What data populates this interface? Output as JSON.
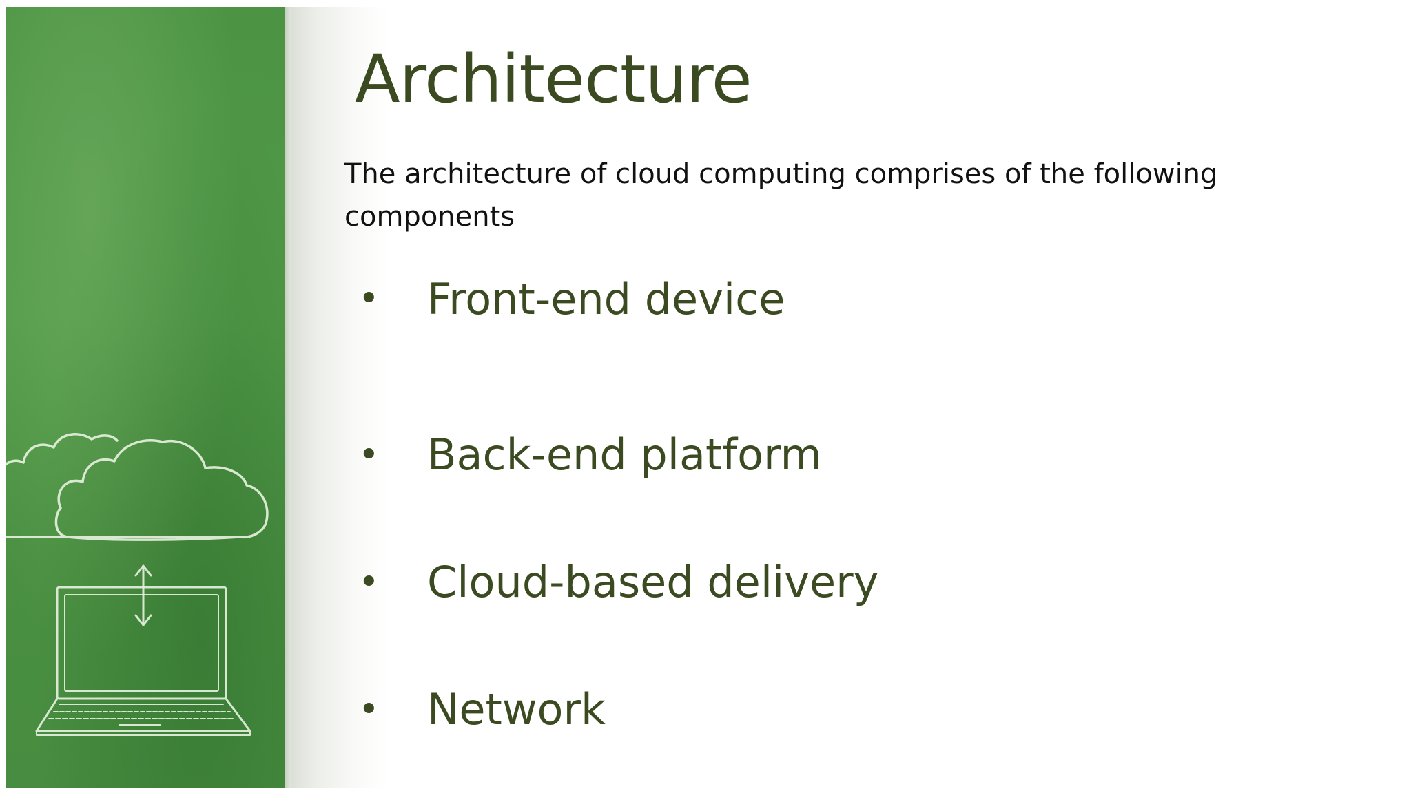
{
  "slide": {
    "title": "Architecture",
    "intro": "The architecture of cloud computing comprises of the following components",
    "bullet_glyph": "•",
    "bullets": [
      "Front-end device",
      "Back-end platform",
      "Cloud-based delivery",
      "Network"
    ]
  },
  "colors": {
    "title": "#3b4a21",
    "body_text": "#111111",
    "panel_green": "#4c9444",
    "chalk": "#e6f0dd"
  },
  "icons": [
    "cloud-icon",
    "double-arrow-icon",
    "laptop-icon"
  ]
}
